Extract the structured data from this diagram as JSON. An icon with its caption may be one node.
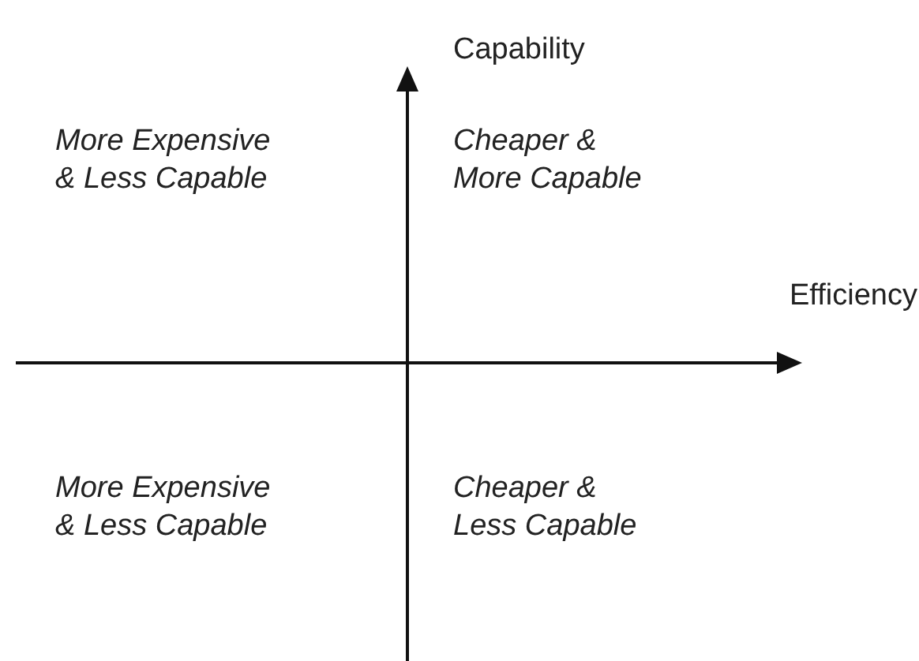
{
  "diagram": {
    "labels": [
      "Capability",
      "More Expensive & Less Capable",
      "Cheaper & More Capable",
      "Efficiency",
      "More Expensive & Less Capable",
      "Cheaper & Less Capable"
    ]
  }
}
